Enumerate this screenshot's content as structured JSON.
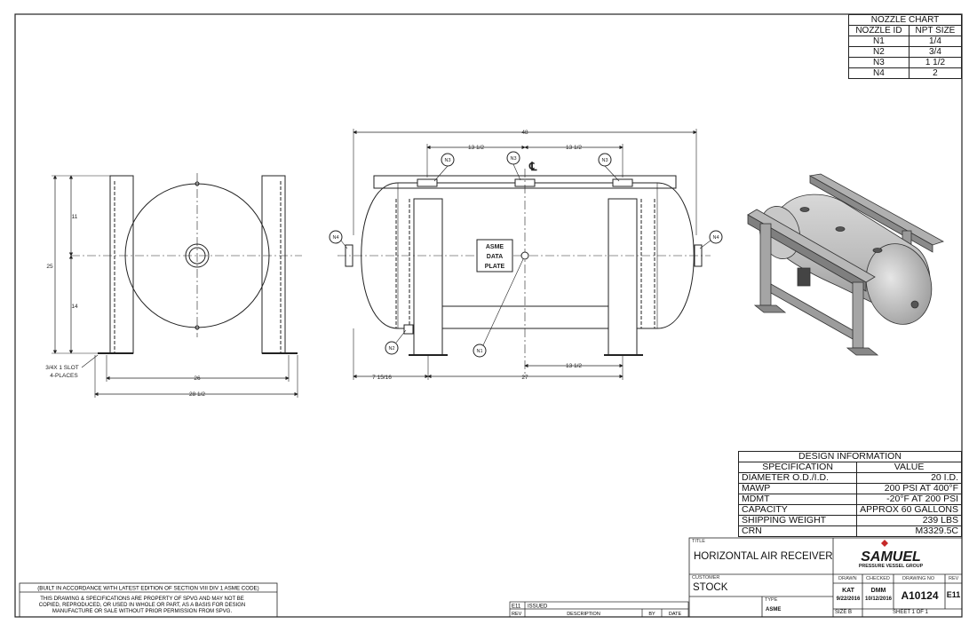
{
  "nozzle_chart": {
    "title": "NOZZLE CHART",
    "headers": [
      "NOZZLE ID",
      "NPT SIZE"
    ],
    "rows": [
      [
        "N1",
        "1/4"
      ],
      [
        "N2",
        "3/4"
      ],
      [
        "N3",
        "1 1/2"
      ],
      [
        "N4",
        "2"
      ]
    ]
  },
  "design_info": {
    "title": "DESIGN INFORMATION",
    "headers": [
      "SPECIFICATION",
      "VALUE"
    ],
    "rows": [
      [
        "DIAMETER O.D./I.D.",
        "20 I.D."
      ],
      [
        "MAWP",
        "200 PSI AT 400°F"
      ],
      [
        "MDMT",
        "-20°F AT 200 PSI"
      ],
      [
        "CAPACITY",
        "APPROX 60 GALLONS"
      ],
      [
        "SHIPPING WEIGHT",
        "239 LBS"
      ],
      [
        "CRN",
        "M3329.5C"
      ]
    ]
  },
  "title_block": {
    "title_label": "TITLE",
    "title": "HORIZONTAL AIR RECEIVER",
    "customer_label": "CUSTOMER",
    "customer": "STOCK",
    "type_label": "TYPE",
    "type": "ASME",
    "drawn_label": "DRAWN",
    "drawn_by": "KAT",
    "drawn_date": "9/22/2016",
    "checked_label": "CHECKED",
    "checked_by": "DMM",
    "checked_date": "10/12/2016",
    "drawing_no_label": "DRAWING NO",
    "drawing_no": "A10124",
    "rev_label": "REV",
    "rev": "E11",
    "size": "SIZE B",
    "sheet": "SHEET 1 OF 1",
    "logo_text": "SAMUEL",
    "logo_sub": "PRESSURE VESSEL GROUP"
  },
  "revision_block": {
    "rev": "E11",
    "status": "ISSUED",
    "headers": [
      "REV",
      "DESCRIPTION",
      "BY",
      "DATE"
    ]
  },
  "notes": {
    "code_note": "(BUILT IN ACCORDANCE WITH LATEST EDITION OF SECTION VIII DIV 1 ASME CODE)",
    "property_note": [
      "THIS DRAWING & SPECIFICATIONS ARE PROPERTY OF SPVG AND MAY NOT BE",
      "COPIED, REPRODUCED, OR USED IN WHOLE OR PART, AS A BASIS FOR DESIGN",
      "MANUFACTURE OR SALE WITHOUT PRIOR PERMISSION FROM SPVG."
    ]
  },
  "end_view": {
    "dims": {
      "overall_height": "25",
      "upper": "11",
      "lower": "14",
      "inner_width": "26",
      "overall_width": "28 1/2"
    },
    "slot_note": [
      "3/4X 1 SLOT",
      "4-PLACES"
    ]
  },
  "side_view": {
    "dims": {
      "overall_length": "48",
      "left_spacing": "13 1/2",
      "right_spacing": "13 1/2",
      "base_length": "27",
      "offset": "7 15/16",
      "n1_offset": "13 1/2"
    },
    "centerline": "℄",
    "nameplate": [
      "ASME",
      "DATA",
      "PLATE"
    ],
    "callouts": {
      "n1": "N1",
      "n2": "N2",
      "n3": "N3",
      "n4": "N4"
    }
  }
}
